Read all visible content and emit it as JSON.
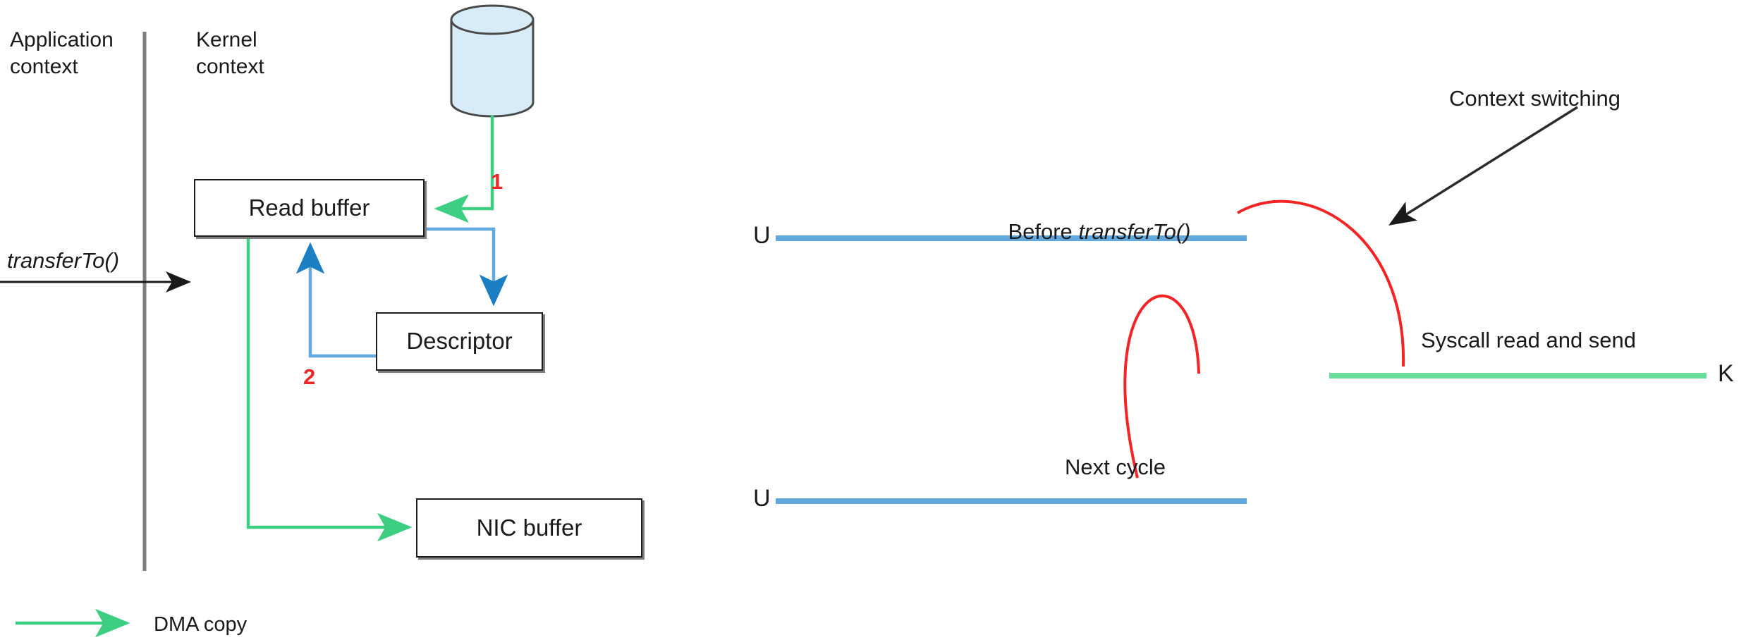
{
  "diagram": {
    "title_context_left": "Application\ncontext",
    "title_context_right": "Kernel\ncontext",
    "syscall_label": "transferTo()",
    "nodes": [
      {
        "id": "read-buffer",
        "label": "Read buffer"
      },
      {
        "id": "descriptor",
        "label": "Descriptor"
      },
      {
        "id": "nic-buffer",
        "label": "NIC buffer"
      }
    ],
    "storage": {
      "name": "disk-cylinder",
      "fill": "#d7ecf7",
      "stroke": "#4a4a4a"
    },
    "step_numbers": [
      {
        "value": "1",
        "color": "#f42424"
      },
      {
        "value": "2",
        "color": "#f42424"
      }
    ],
    "legend": [
      {
        "icon": "green-arrow-icon",
        "label": "DMA copy",
        "color": "#66dd99"
      }
    ],
    "colors": {
      "dma_green": "#66dd99",
      "flow_blue": "#62a8dd",
      "red": "#f42424",
      "divider_gray": "#7d7d7d",
      "box_border": "#1c1c1c",
      "box_shadow": "#7d7d7d"
    }
  },
  "timeline": {
    "mode_labels": {
      "user_top": "U",
      "kernel": "K",
      "user_bottom": "U"
    },
    "annotations": [
      {
        "id": "before-transferto",
        "text_plain": "Before ",
        "text_italic": "transferTo()"
      },
      {
        "id": "context-switching",
        "text": "Context switching"
      },
      {
        "id": "syscall-read-send",
        "text": "Syscall read and send"
      },
      {
        "id": "next-cycle",
        "text": "Next cycle"
      }
    ],
    "colors": {
      "user_line": "#62a8dd",
      "kernel_line": "#66dd99",
      "switch_arc": "#f42424",
      "pointer": "#2b2b2b"
    }
  }
}
